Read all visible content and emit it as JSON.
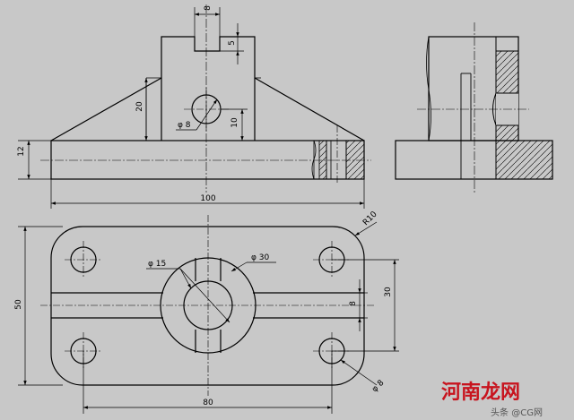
{
  "front_view": {
    "dims": {
      "slot_width": "8",
      "slot_depth": "5",
      "rib_height": "20",
      "hole_dia": "φ 8",
      "hole_height": "10",
      "base_height": "12",
      "total_length": "100"
    }
  },
  "top_view": {
    "dims": {
      "corner_radius": "R10",
      "boss_inner_dia": "φ 15",
      "boss_outer_dia": "φ 30",
      "total_width": "50",
      "rib_gap": "30",
      "rib_thickness": "8",
      "corner_hole_dia": "φ 8",
      "hole_spacing": "80"
    }
  },
  "watermark": {
    "text": "河南龙网",
    "source": "头条 @CG网"
  },
  "colors": {
    "background": "#c8c8c8",
    "line": "#000000",
    "watermark_red": "#c8141e",
    "watermark_gray": "#555555"
  }
}
